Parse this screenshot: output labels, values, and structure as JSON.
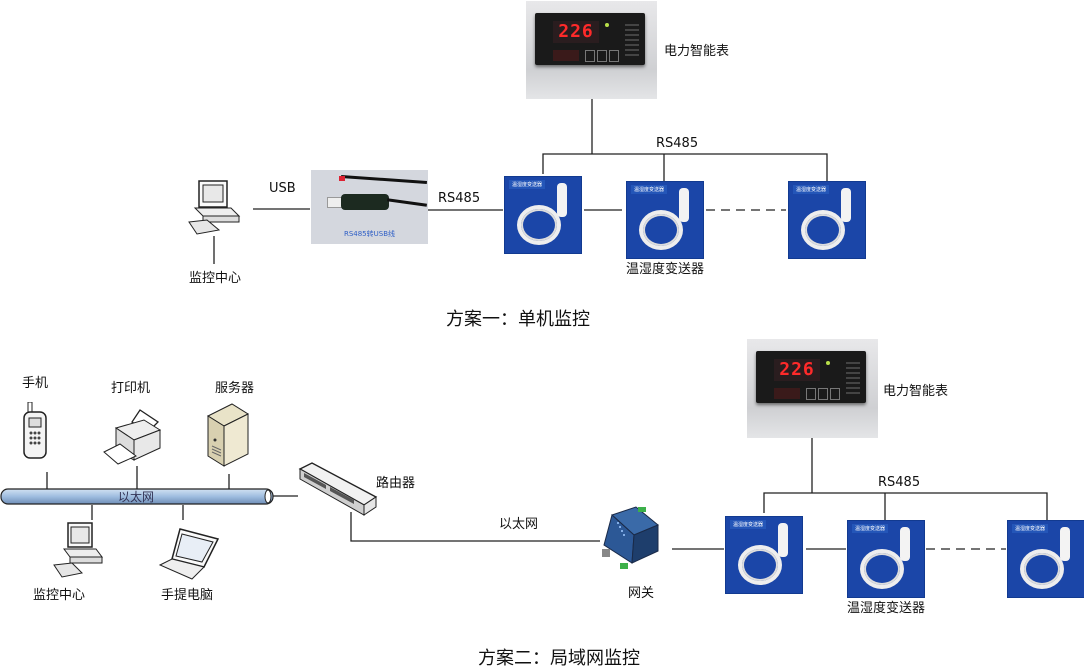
{
  "scheme1": {
    "caption": "方案一：单机监控",
    "meter_label": "电力智能表",
    "meter_display": "226",
    "bus_label": "RS485",
    "link_pc_label": "USB",
    "link_cable_label": "RS485",
    "cable_caption": "RS485转USB线",
    "pc_label": "监控中心",
    "sensor_label": "温湿度变送器",
    "sensor_tag": "温湿度变送器"
  },
  "scheme2": {
    "caption": "方案二：局域网监控",
    "meter_label": "电力智能表",
    "meter_display": "226",
    "bus_label": "RS485",
    "sensor_label": "温湿度变送器",
    "sensor_tag": "温湿度变送器",
    "lan": {
      "backbone_label": "以太网",
      "devices": {
        "phone": "手机",
        "printer": "打印机",
        "server": "服务器",
        "pc": "监控中心",
        "laptop": "手提电脑"
      }
    },
    "router_label": "路由器",
    "ethernet_label": "以太网",
    "gateway_label": "网关"
  }
}
